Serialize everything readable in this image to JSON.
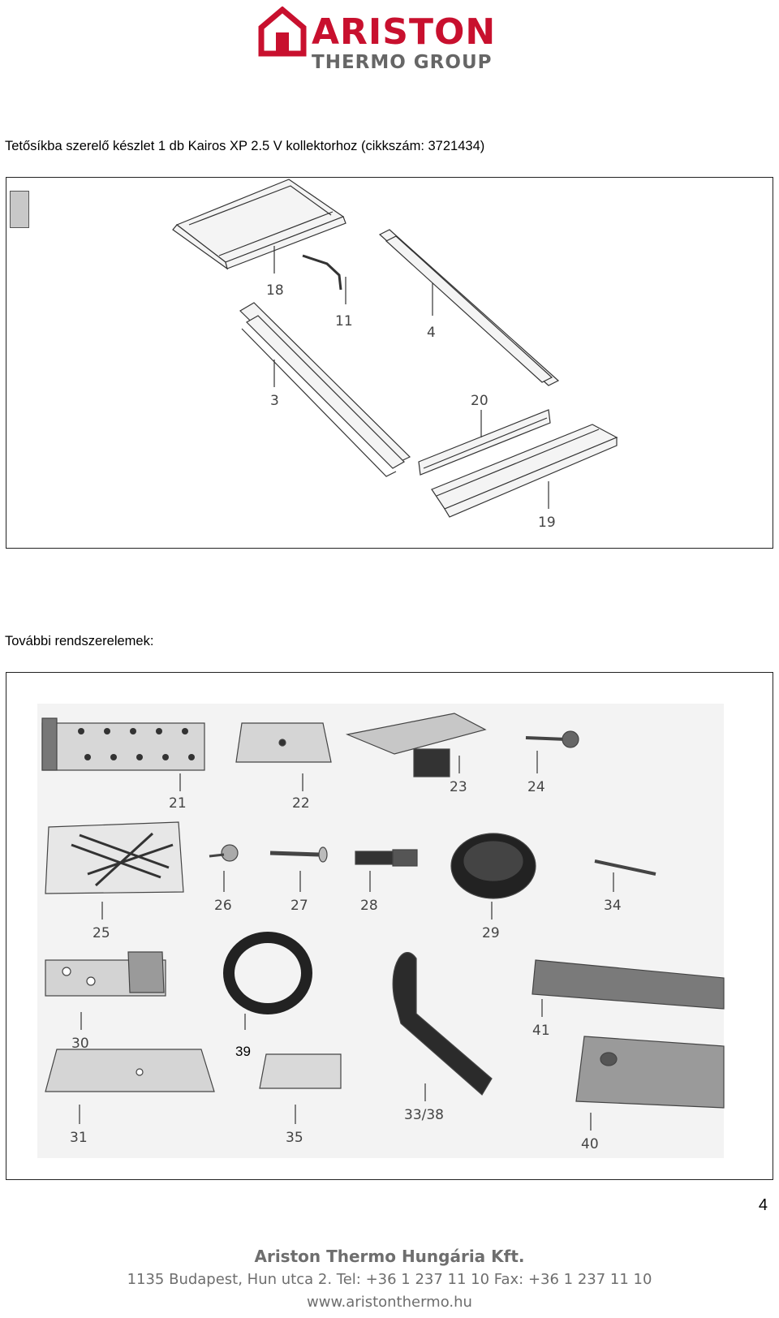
{
  "logo": {
    "brand": "ARISTON",
    "group": "THERMO GROUP",
    "color": "#c8102e"
  },
  "heading1": "Tetősíkba szerelő készlet 1 db Kairos XP 2.5 V kollektorhoz (cikkszám: 3721434)",
  "heading2": "További rendszerelemek:",
  "diagram1": {
    "labels": [
      "18",
      "11",
      "4",
      "3",
      "20",
      "19"
    ]
  },
  "diagram2": {
    "labels": [
      "21",
      "22",
      "23",
      "24",
      "25",
      "26",
      "27",
      "28",
      "29",
      "34",
      "30",
      "39",
      "41",
      "31",
      "35",
      "33/38",
      "40"
    ]
  },
  "page_number": "4",
  "footer": {
    "company": "Ariston Thermo Hungária Kft.",
    "address": "1135 Budapest, Hun utca 2.  Tel: +36 1 237 11 10  Fax: +36 1 237 11 10",
    "website": "www.aristonthermo.hu"
  }
}
